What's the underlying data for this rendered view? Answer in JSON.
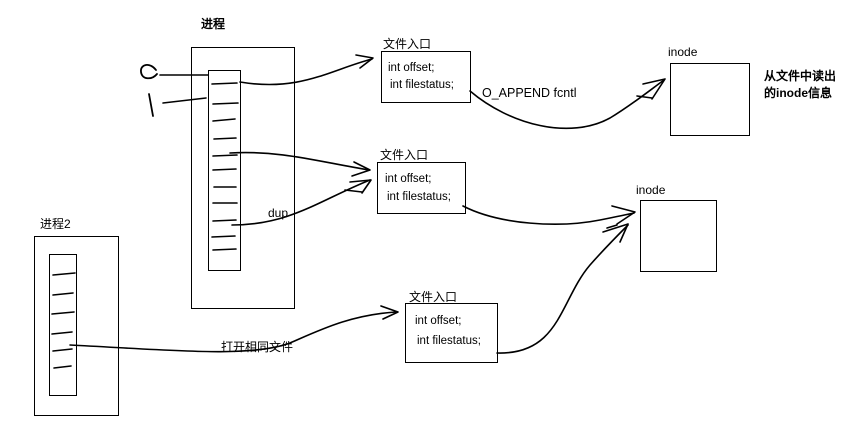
{
  "process1": {
    "title": "进程"
  },
  "process2": {
    "title": "进程2"
  },
  "fd_labels": {
    "fd0": "0",
    "fd1": "1"
  },
  "file_entry_1": {
    "title": "文件入口",
    "offset": "int offset;",
    "status": "int filestatus;"
  },
  "file_entry_2": {
    "title": "文件入口",
    "offset": "int offset;",
    "status": "int filestatus;"
  },
  "file_entry_3": {
    "title": "文件入口",
    "offset": "int offset;",
    "status": "int filestatus;"
  },
  "inode_1": {
    "title": "inode"
  },
  "inode_2": {
    "title": "inode"
  },
  "annotations": {
    "append": "O_APPEND fcntl",
    "dup": "dup",
    "open_same": "打开相同文件",
    "read_inode_line1": "从文件中读出",
    "read_inode_line2": "的inode信息"
  }
}
